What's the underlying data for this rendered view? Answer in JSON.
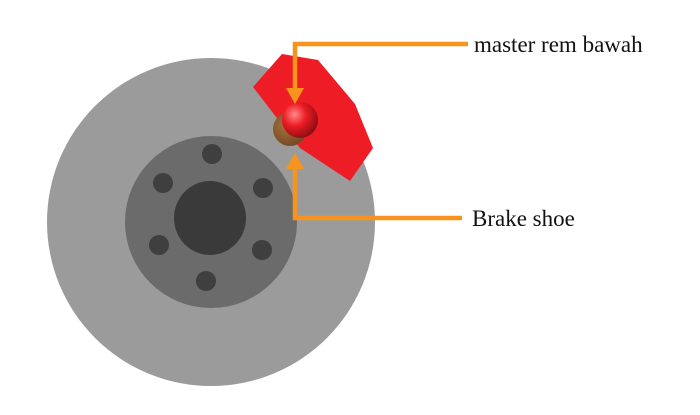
{
  "labels": {
    "master_cylinder": "master rem bawah",
    "brake_shoe": "Brake shoe"
  },
  "colors": {
    "rotor_outer": "#9b9b9b",
    "rotor_hub": "#6b6b6b",
    "center_hole": "#3a3a3a",
    "bolt_holes": "#3f3f3f",
    "caliper": "#ee1c25",
    "caliper_dark": "#b3121a",
    "shoe": "#8b5a2b",
    "pointer": "#f7941d"
  },
  "bolt_hole_count": 6
}
